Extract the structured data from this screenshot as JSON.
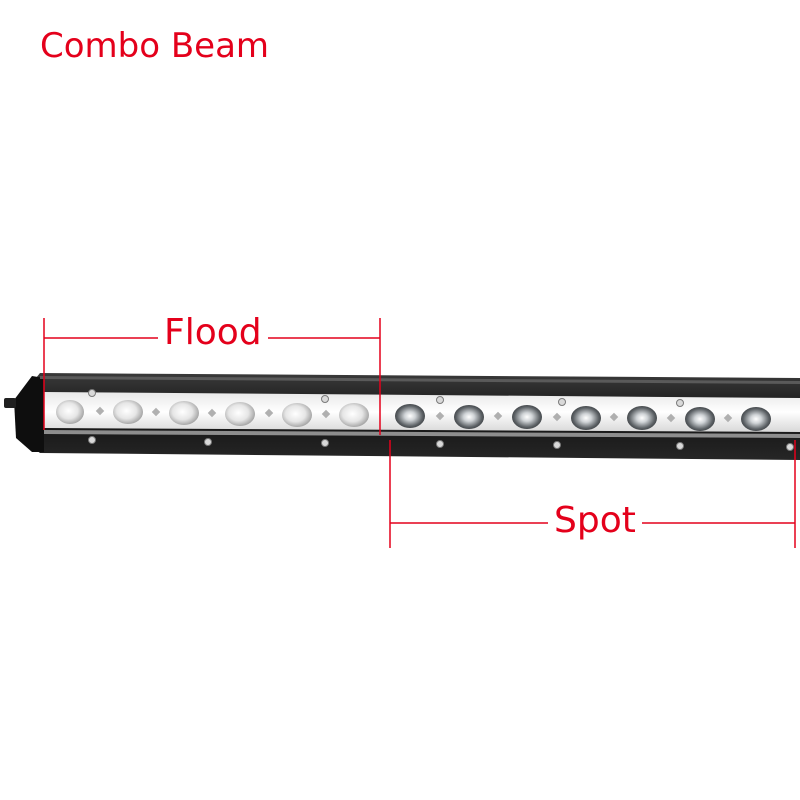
{
  "title": "Combo Beam",
  "labels": {
    "flood": "Flood",
    "spot": "Spot"
  },
  "colors": {
    "accent": "#e4001b",
    "housing": "#1c1c1c",
    "lens": "#f4f4f4"
  },
  "product": {
    "flood_led_count": 6,
    "spot_led_count": 7
  }
}
